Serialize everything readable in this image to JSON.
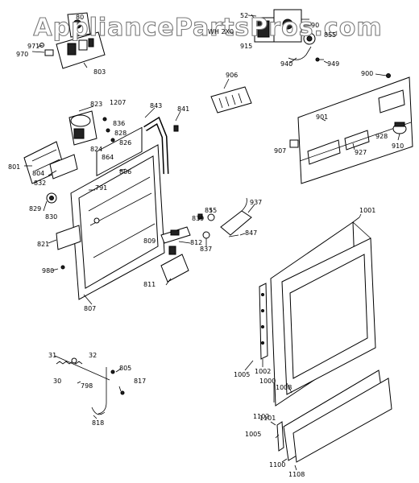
{
  "watermark": "AppliancePartsPros.com",
  "stamp": "WH 2X0",
  "labels": {
    "l52": "52",
    "l90a": "90",
    "l80": "80",
    "l971": "971",
    "l970": "970",
    "l803": "803",
    "l915": "915",
    "l855a": "855",
    "l940": "940",
    "l949": "949",
    "l900": "900",
    "l906": "906",
    "l823": "823",
    "l1207": "1207",
    "l836": "836",
    "l828": "828",
    "l826": "826",
    "l864": "864",
    "l824": "824",
    "l843": "843",
    "l841": "841",
    "l801": "801",
    "l804": "804",
    "l832": "832",
    "l806": "806",
    "l791": "791",
    "l829": "829",
    "l830": "830",
    "l821": "821",
    "l980": "980",
    "l807": "807",
    "l839": "839",
    "l855b": "855",
    "l937": "937",
    "l837": "837",
    "l847": "847",
    "l809": "809",
    "l812": "812",
    "l811": "811",
    "l901": "901",
    "l928": "928",
    "l907": "907",
    "l927": "927",
    "l910": "910",
    "l1001": "1001",
    "l1005a": "1005",
    "l1002": "1002",
    "l1000": "1000",
    "l1008": "1008",
    "l31": "31",
    "l32": "32",
    "l30": "30",
    "l798": "798",
    "l805": "805",
    "l817": "817",
    "l818": "818",
    "l1101": "1101",
    "l1102": "1102",
    "l1005b": "1005",
    "l1100": "1100",
    "l1108": "1108"
  }
}
